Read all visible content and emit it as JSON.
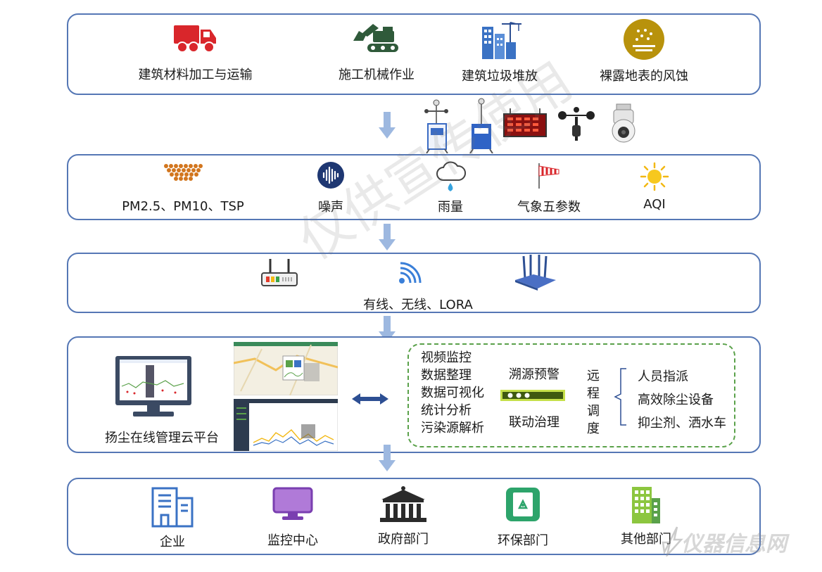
{
  "sources": [
    {
      "label": "建筑材料加工与运输",
      "icon": "truck-icon"
    },
    {
      "label": "施工机械作业",
      "icon": "excavator-icon"
    },
    {
      "label": "建筑垃圾堆放",
      "icon": "building-crane-icon"
    },
    {
      "label": "裸露地表的风蚀",
      "icon": "bare-soil-icon"
    }
  ],
  "equipment": [
    "monitoring-station-icon",
    "monitoring-station-icon",
    "led-display-icon",
    "anemometer-icon",
    "dome-camera-icon"
  ],
  "parameters": [
    {
      "label": "PM2.5、PM10、TSP",
      "icon": "particles-icon"
    },
    {
      "label": "噪声",
      "icon": "noise-icon"
    },
    {
      "label": "雨量",
      "icon": "rain-icon"
    },
    {
      "label": "气象五参数",
      "icon": "windsock-icon"
    },
    {
      "label": "AQI",
      "icon": "sun-icon"
    }
  ],
  "transmission": {
    "label": "有线、无线、LORA"
  },
  "platform": {
    "label": "扬尘在线管理云平台",
    "functions": [
      "视频监控",
      "数据整理",
      "数据可视化",
      "统计分析",
      "污染源解析"
    ],
    "trace": "溯源预警",
    "linkage": "联动治理",
    "remote": [
      "远",
      "程",
      "调",
      "度"
    ],
    "actions": [
      "人员指派",
      "高效除尘设备",
      "抑尘剂、洒水车"
    ]
  },
  "users": [
    {
      "label": "企业",
      "icon": "enterprise-building-icon"
    },
    {
      "label": "监控中心",
      "icon": "monitor-icon"
    },
    {
      "label": "政府部门",
      "icon": "government-icon"
    },
    {
      "label": "环保部门",
      "icon": "eco-recycle-icon"
    },
    {
      "label": "其他部门",
      "icon": "office-tower-icon"
    }
  ],
  "watermark": "仅供宣传使用",
  "logo_watermark": "仪器信息网",
  "colors": {
    "border": "#5577b5",
    "arrow": "#9db8e0",
    "dashed": "#5aa14a",
    "red": "#d9262b",
    "green": "#2f5a3a",
    "blue": "#2d4f93"
  }
}
